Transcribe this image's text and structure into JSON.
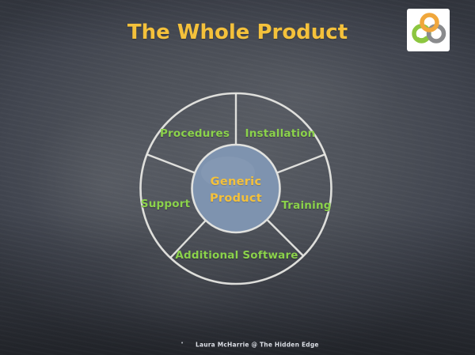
{
  "slide": {
    "title": "The Whole Product",
    "footer_bullet": "•",
    "footer": "Laura McHarrie @ The Hidden Edge"
  },
  "logo": {
    "description": "three interlocking rings on white tile",
    "colors": {
      "top_ring": "#F0A73C",
      "left_ring": "#8CC63F",
      "right_ring": "#8A8B8D",
      "tile": "#FFFFFF"
    }
  },
  "diagram": {
    "center_label_line1": "Generic",
    "center_label_line2": "Product",
    "sectors": [
      {
        "label": "Procedures"
      },
      {
        "label": "Installation"
      },
      {
        "label": "Support"
      },
      {
        "label": "Training"
      },
      {
        "label": "Additional Software"
      }
    ],
    "colors": {
      "sector_label_green": "#8BD24B",
      "center_text_yellow": "#F4C13B",
      "center_circle_fill": "#7E93AF",
      "chalk_line": "#E9EAE5",
      "title_yellow": "#F4C13B",
      "chalkboard_background": "#4B4F57"
    }
  }
}
